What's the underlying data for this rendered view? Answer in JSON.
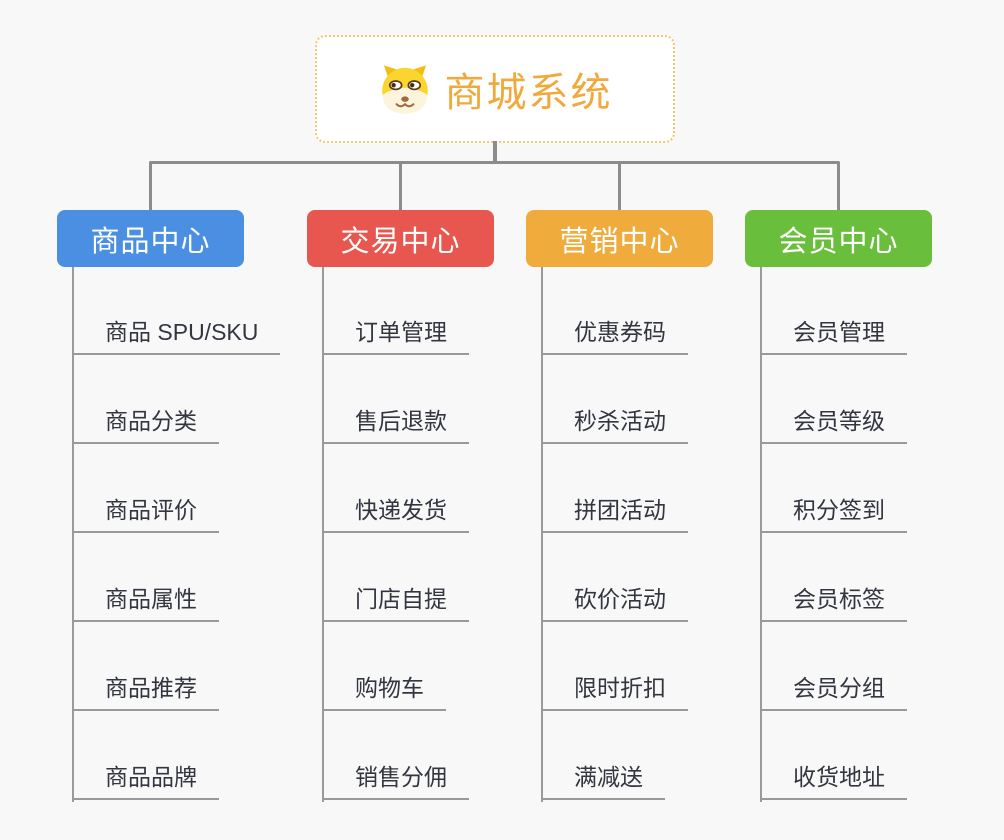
{
  "app": {
    "background_color": "#f8f8f8",
    "connector_color": "#8c8c8c",
    "underline_color": "#999999"
  },
  "root": {
    "label": "商城系统",
    "icon": "shiba-dog-icon",
    "text_color": "#F0A93C",
    "border_color": "#F6C66F"
  },
  "branches": [
    {
      "label": "商品中心",
      "color": "#4A8FE2",
      "items": [
        "商品 SPU/SKU",
        "商品分类",
        "商品评价",
        "商品属性",
        "商品推荐",
        "商品品牌"
      ]
    },
    {
      "label": "交易中心",
      "color": "#E8574F",
      "items": [
        "订单管理",
        "售后退款",
        "快递发货",
        "门店自提",
        "购物车",
        "销售分佣"
      ]
    },
    {
      "label": "营销中心",
      "color": "#EFAC3C",
      "items": [
        "优惠券码",
        "秒杀活动",
        "拼团活动",
        "砍价活动",
        "限时折扣",
        "满减送"
      ]
    },
    {
      "label": "会员中心",
      "color": "#69BE3B",
      "items": [
        "会员管理",
        "会员等级",
        "积分签到",
        "会员标签",
        "会员分组",
        "收货地址"
      ]
    }
  ]
}
